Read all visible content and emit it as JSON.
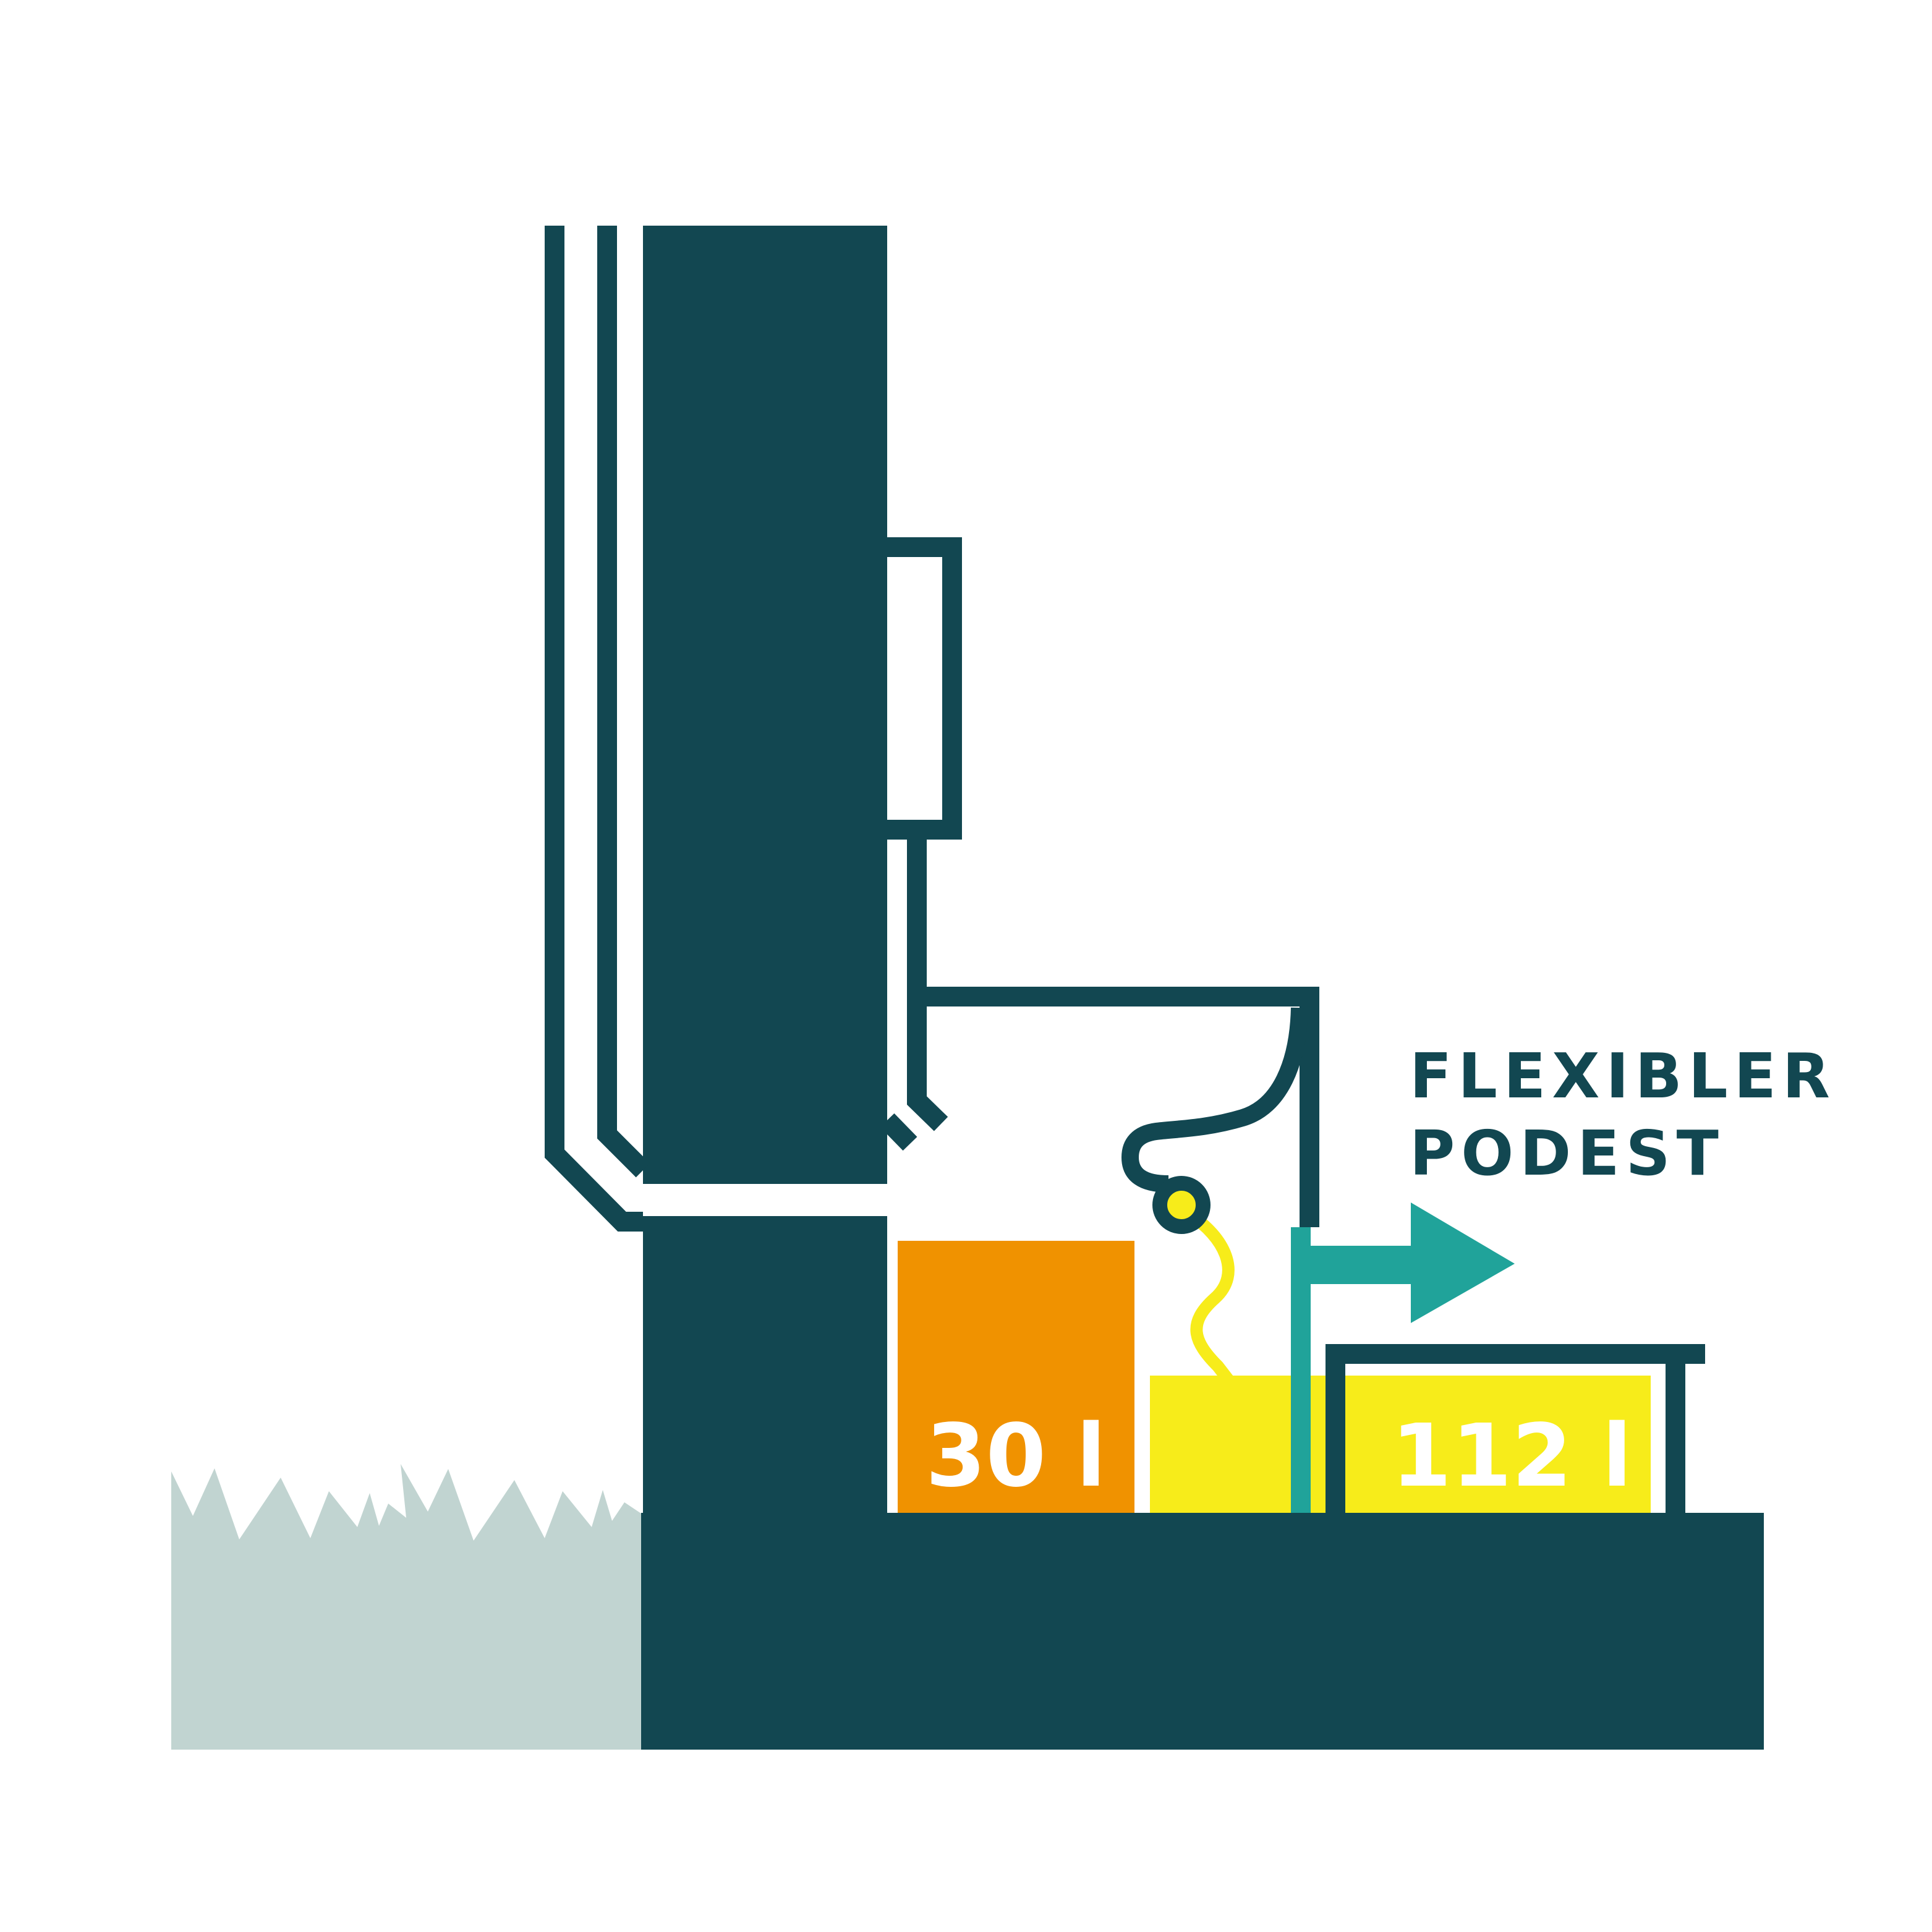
{
  "heading": {
    "line1": "FLEXIBLER",
    "line2": "PODEST"
  },
  "containers": {
    "small_volume": "30 l",
    "large_volume": "112 l"
  },
  "icons": {
    "arrow": "arrow-right-icon",
    "grass": "grass-icon",
    "hose": "hose-icon"
  },
  "colors": {
    "dark": "#124751",
    "orange": "#f09200",
    "yellow": "#f7ec1a",
    "teal": "#20a39a",
    "grass": "#c1d4d1",
    "white": "#ffffff"
  }
}
